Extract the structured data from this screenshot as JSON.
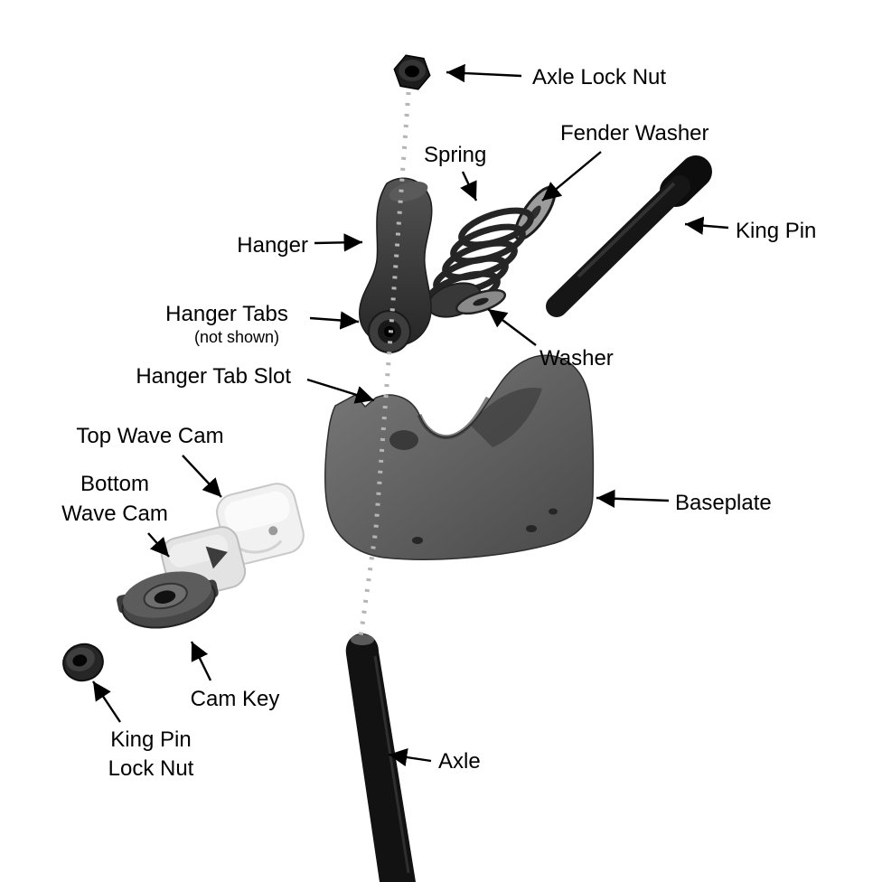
{
  "labels": {
    "axle_lock_nut": "Axle Lock Nut",
    "fender_washer": "Fender Washer",
    "spring": "Spring",
    "king_pin": "King Pin",
    "hanger": "Hanger",
    "hanger_tabs": "Hanger Tabs",
    "hanger_tabs_note": "(not shown)",
    "washer": "Washer",
    "hanger_tab_slot": "Hanger Tab Slot",
    "top_wave_cam": "Top Wave Cam",
    "bottom_wave_cam_line1": "Bottom",
    "bottom_wave_cam_line2": "Wave Cam",
    "baseplate": "Baseplate",
    "cam_key": "Cam Key",
    "king_pin_lock_nut_line1": "King Pin",
    "king_pin_lock_nut_line2": "Lock Nut",
    "axle": "Axle"
  },
  "colors": {
    "background": "#ffffff",
    "label_text": "#000000",
    "arrow": "#000000",
    "axis_dotted_line": "#b5b5b5",
    "part_black": "#121212",
    "part_dark_gray": "#3d3d3d",
    "part_mid_gray": "#6e6e6e",
    "part_light_gray": "#e3e3e3",
    "part_white": "#f1f1f1"
  }
}
